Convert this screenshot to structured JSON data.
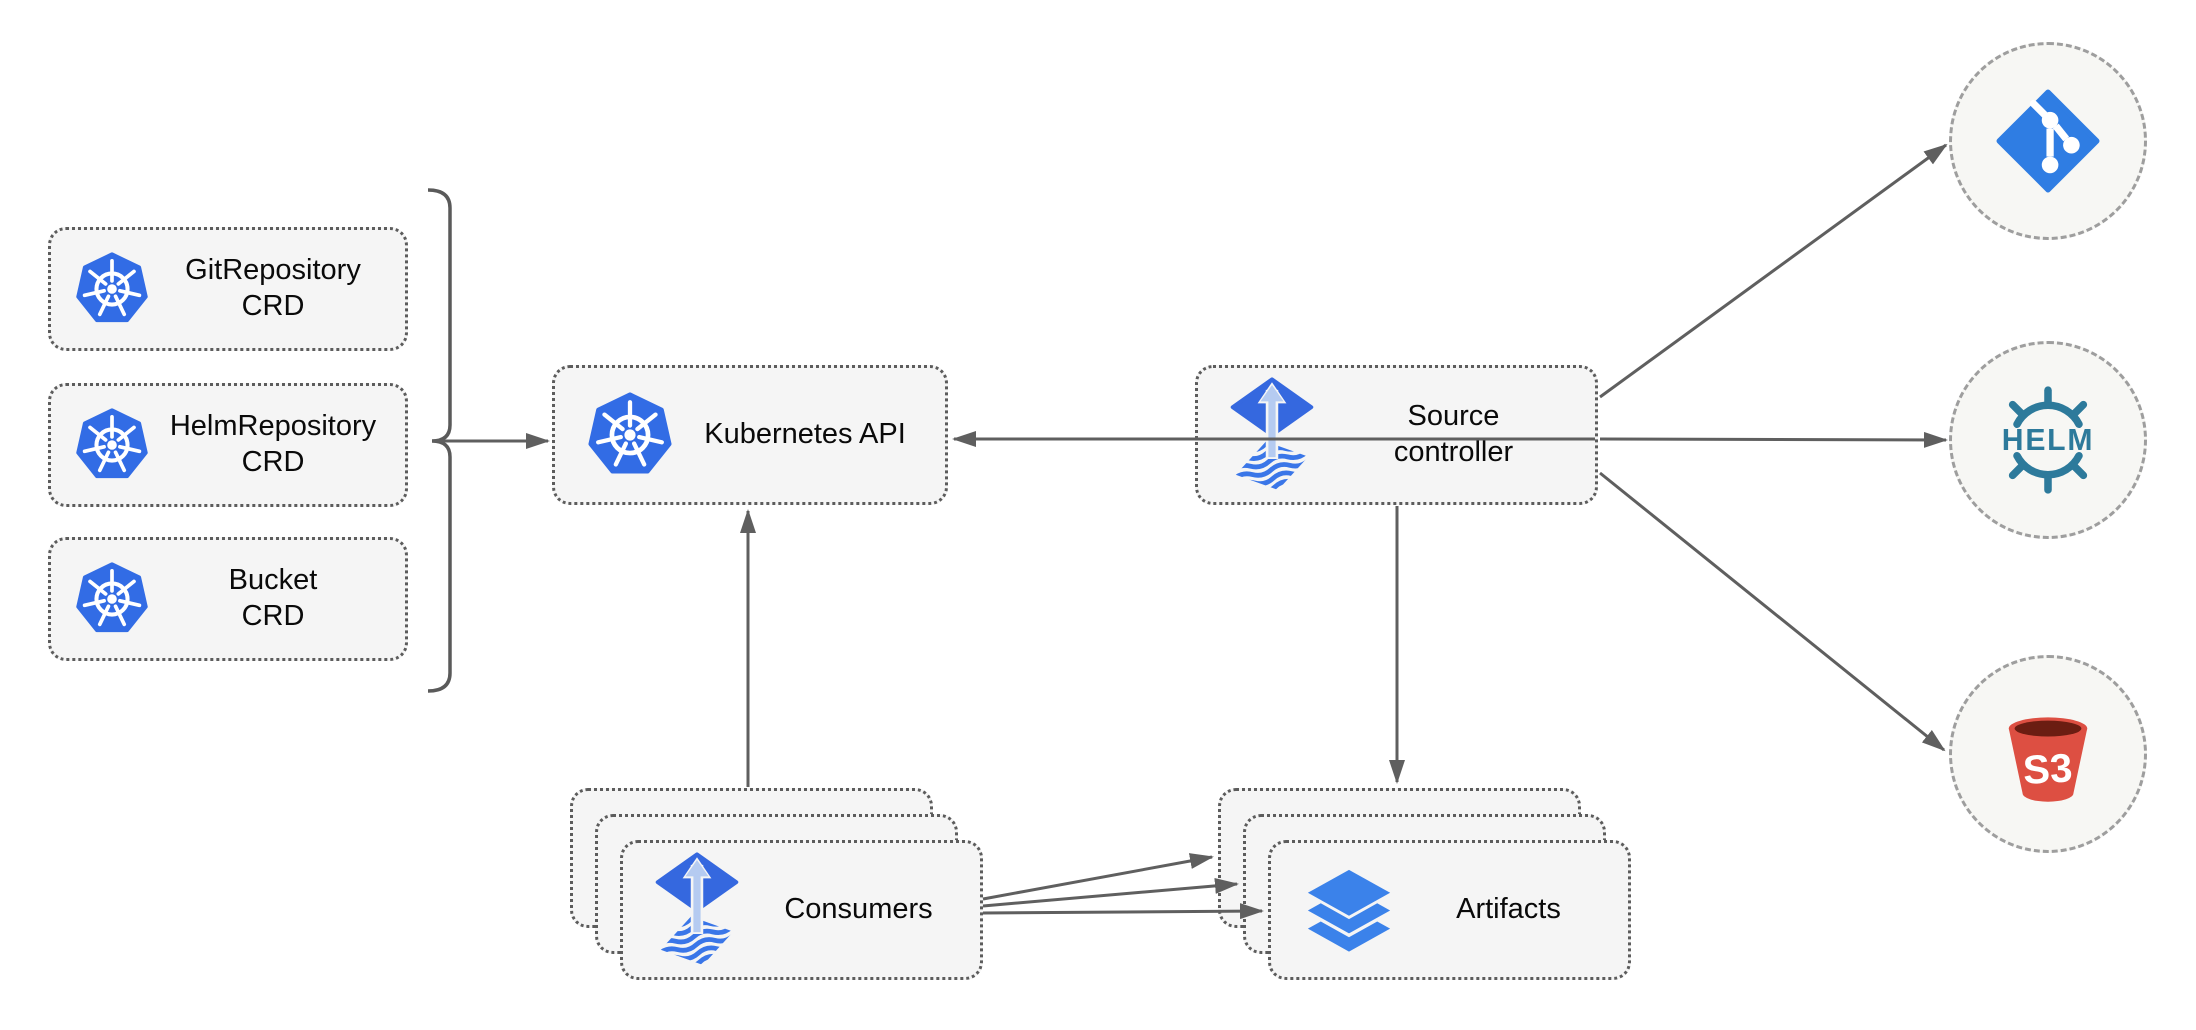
{
  "diagram": {
    "nodes": {
      "git_repository_crd": {
        "line1": "GitRepository",
        "line2": "CRD"
      },
      "helm_repository_crd": {
        "line1": "HelmRepository",
        "line2": "CRD"
      },
      "bucket_crd": {
        "line1": "Bucket",
        "line2": "CRD"
      },
      "kubernetes_api": {
        "label": "Kubernetes API"
      },
      "source_controller": {
        "line1": "Source",
        "line2": "controller"
      },
      "consumers": {
        "label": "Consumers"
      },
      "artifacts": {
        "label": "Artifacts"
      },
      "git_endpoint": {
        "icon": "git-icon"
      },
      "helm_endpoint": {
        "label": "HELM",
        "icon": "helm-icon"
      },
      "s3_endpoint": {
        "label": "S3",
        "icon": "s3-icon"
      }
    },
    "edges": [
      {
        "from": "crd-group-bracket",
        "to": "kubernetes_api"
      },
      {
        "from": "source_controller",
        "to": "kubernetes_api"
      },
      {
        "from": "consumers",
        "to": "kubernetes_api"
      },
      {
        "from": "source_controller",
        "to": "artifacts"
      },
      {
        "from": "source_controller",
        "to": "git_endpoint"
      },
      {
        "from": "source_controller",
        "to": "helm_endpoint"
      },
      {
        "from": "source_controller",
        "to": "s3_endpoint"
      },
      {
        "from": "consumers",
        "to": "artifacts",
        "count": 3
      }
    ],
    "colors": {
      "kubernetes_blue": "#326CE5",
      "flux_blue": "#3568DF",
      "flux_arrow_light": "#B5CBF1",
      "git_blue": "#2F7DE3",
      "helm_teal": "#2D7A9B",
      "s3_red": "#DD4F42",
      "s3_dark": "#6B1D12",
      "layers_blue": "#3B82EA",
      "arrow_gray": "#5F5F5F",
      "node_fill": "#F5F5F5",
      "node_border": "#5C5C5C",
      "circle_fill": "#F7F7F4",
      "circle_border": "#9E9E9E"
    }
  }
}
